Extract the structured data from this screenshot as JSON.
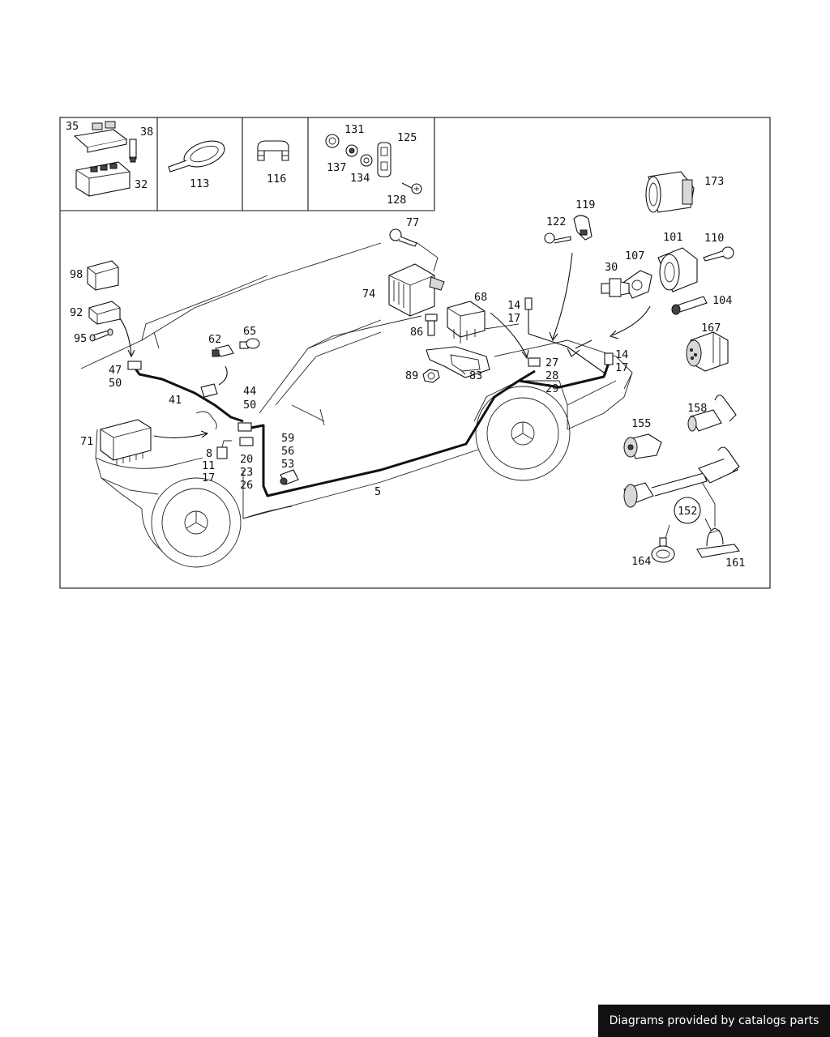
{
  "callouts": {
    "c35": "35",
    "c38": "38",
    "c32": "32",
    "c113": "113",
    "c116": "116",
    "c131": "131",
    "c125": "125",
    "c137": "137",
    "c134": "134",
    "c128": "128",
    "c173": "173",
    "c77": "77",
    "c119": "119",
    "c122": "122",
    "c101": "101",
    "c110": "110",
    "c107": "107",
    "c30": "30",
    "c98": "98",
    "c74": "74",
    "c68": "68",
    "c92": "92",
    "c14a": "14",
    "c17a": "17",
    "c104": "104",
    "c86": "86",
    "c95": "95",
    "c167": "167",
    "c62": "62",
    "c65": "65",
    "c14b": "14",
    "c17b": "17",
    "c27": "27",
    "c28": "28",
    "c29": "29",
    "c89": "89",
    "c83": "83",
    "c47": "47",
    "c50a": "50",
    "c41": "41",
    "c44": "44",
    "c50b": "50",
    "c158": "158",
    "c71": "71",
    "c155": "155",
    "c59": "59",
    "c56": "56",
    "c53": "53",
    "c8": "8",
    "c20": "20",
    "c11": "11",
    "c23": "23",
    "c17c": "17",
    "c26": "26",
    "c5": "5",
    "c152": "152",
    "c164": "164",
    "c161": "161"
  },
  "footer": {
    "text": "Diagrams provided by catalogs parts"
  }
}
